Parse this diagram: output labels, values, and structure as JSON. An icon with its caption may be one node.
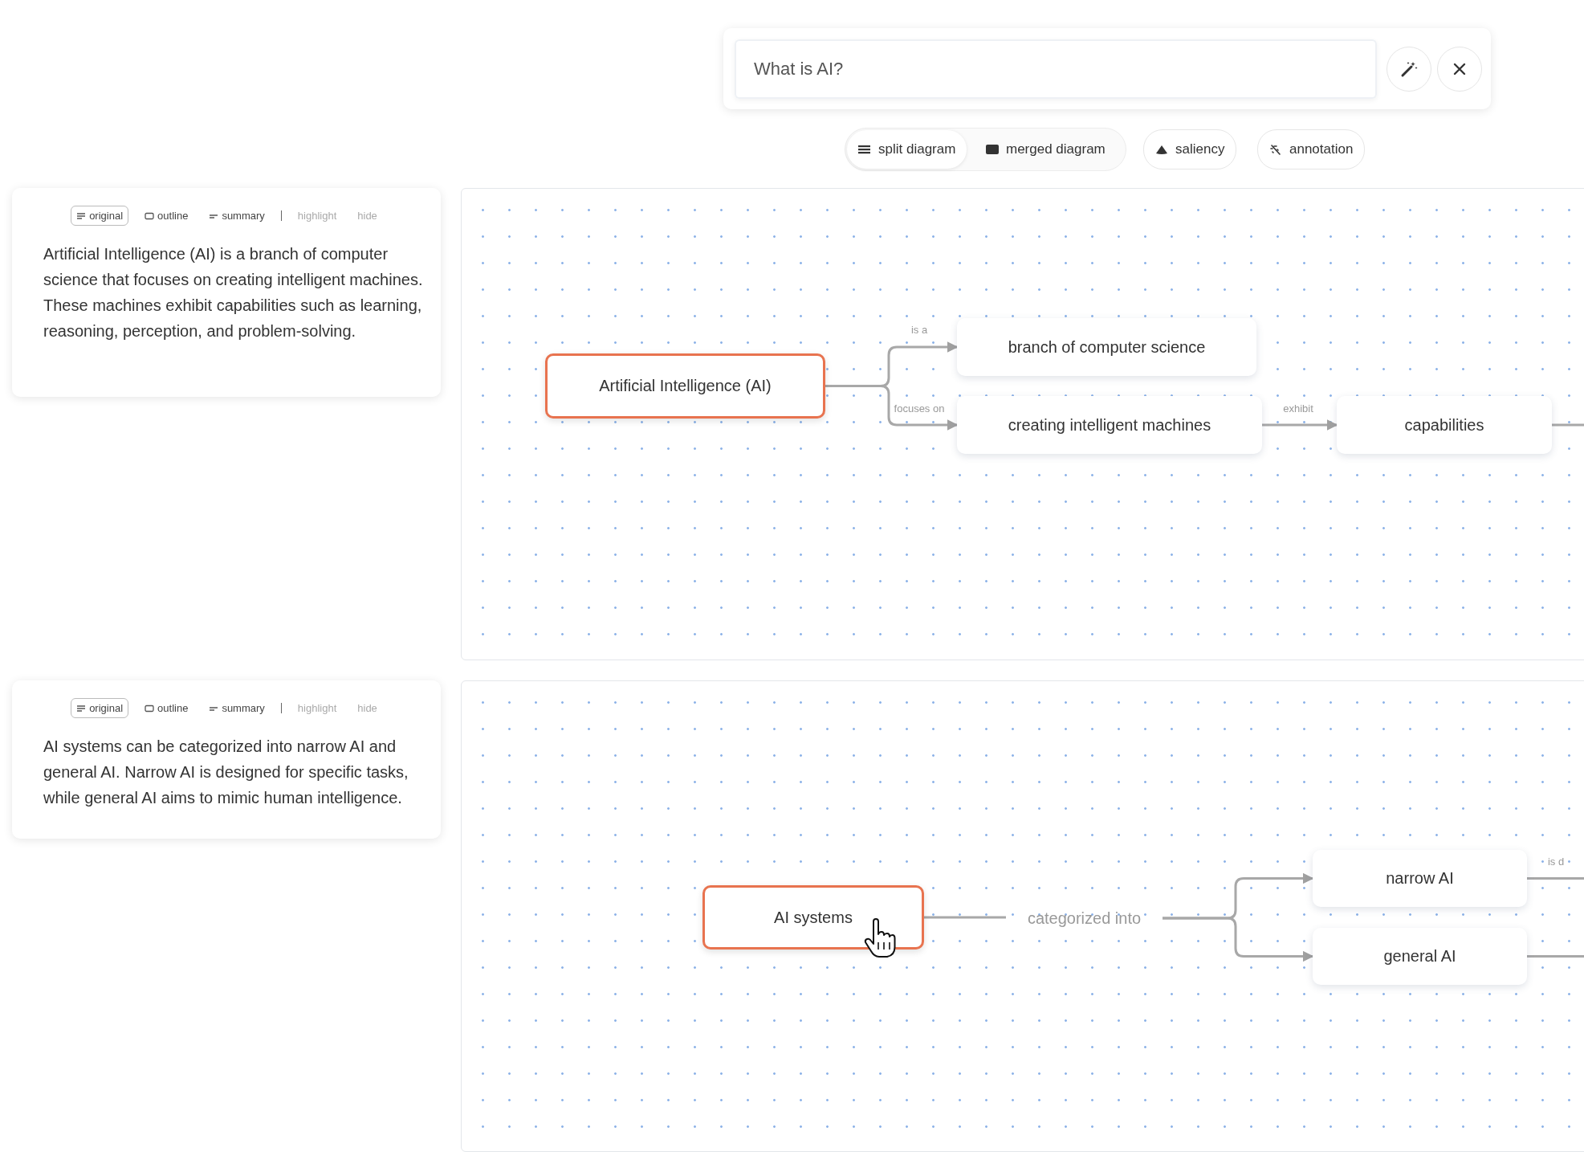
{
  "diagram": {
    "nodes": [
      {
        "text": [
          "original",
          "outline",
          "summary",
          "highlight",
          "hide",
          "Artificial Intelligence (AI) is a branch of computer science that focuses on creating intelligent machines. These machines exhibit capabilities such as learning, reasoning, perception, and problem-solving."
        ]
      },
      {
        "text": [],
        "shape": "box"
      },
      {
        "text": [
          "Artificial Intelligence (AI)"
        ],
        "in": 1
      },
      {
        "text": [
          "branch of computer science"
        ],
        "in": 1
      },
      {
        "text": [
          "creating intelligent machines"
        ],
        "in": 1
      },
      {
        "text": [
          "capabilities"
        ],
        "in": 1
      },
      {
        "text": [
          "original",
          "outline",
          "summary",
          "highlight",
          "hide",
          "AI systems can be categorized into narrow AI and general AI. Narrow AI is designed for specific tasks, while general AI aims to mimic human intelligence."
        ]
      },
      {
        "text": [],
        "shape": "box"
      },
      {
        "text": [
          "AI systems"
        ],
        "in": 7
      },
      {
        "text": [
          "categorized into"
        ],
        "in": 7
      },
      {
        "text": [
          "narrow AI"
        ],
        "in": 7
      },
      {
        "text": [
          "general AI"
        ],
        "in": 7
      }
    ],
    "edges": [
      {
        "from": 2,
        "to": 3,
        "arrow": "to",
        "label": "is a"
      },
      {
        "from": 2,
        "to": 4,
        "arrow": "to",
        "label": "focuses on"
      },
      {
        "from": 4,
        "to": 5,
        "arrow": "to",
        "label": "exhibit"
      },
      {
        "from": 5,
        "to": null,
        "arrow": "none"
      },
      {
        "from": 8,
        "to": 9,
        "arrow": "none"
      },
      {
        "from": 9,
        "to": 10,
        "arrow": "to"
      },
      {
        "from": 9,
        "to": 11,
        "arrow": "to"
      },
      {
        "from": 10,
        "to": null,
        "arrow": "none",
        "label": "is d"
      },
      {
        "from": 11,
        "to": null,
        "arrow": "none"
      }
    ],
    "labels": [
      "What is AI?",
      "split diagram",
      "merged diagram",
      "saliency",
      "annotation"
    ]
  }
}
